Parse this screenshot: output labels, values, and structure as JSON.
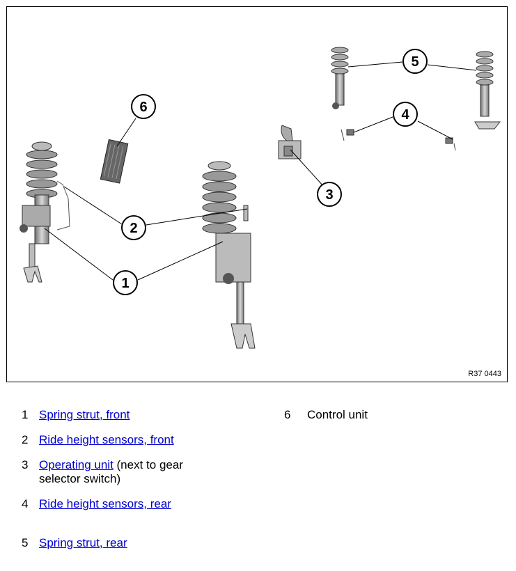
{
  "figure": {
    "code": "R37 0443",
    "callouts": [
      "1",
      "2",
      "3",
      "4",
      "5",
      "6"
    ]
  },
  "legend": [
    {
      "num": "1",
      "link": "Spring strut, front",
      "suffix": ""
    },
    {
      "num": "2",
      "link": "Ride height sensors, front",
      "suffix": ""
    },
    {
      "num": "3",
      "link": "Operating unit",
      "suffix": " (next to gear selector switch)"
    },
    {
      "num": "4",
      "link": "Ride height sensors, rear",
      "suffix": ""
    },
    {
      "num": "5",
      "link": "Spring strut, rear",
      "suffix": ""
    },
    {
      "num": "6",
      "text": "Control unit"
    }
  ],
  "colors": {
    "link": "#0000cc",
    "line": "#000000",
    "part": "#888888"
  }
}
